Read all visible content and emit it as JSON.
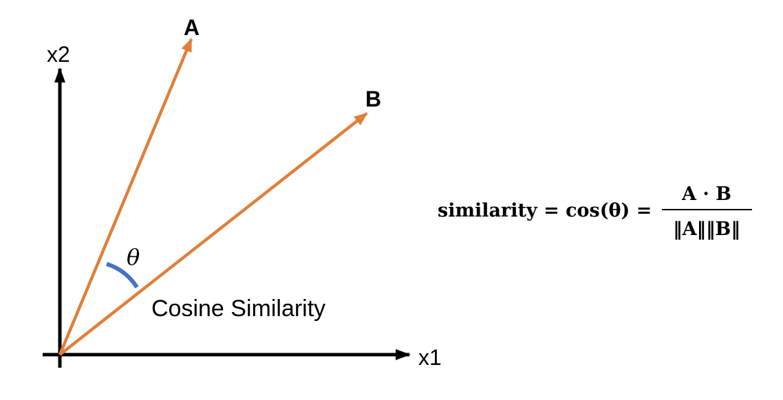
{
  "axes": {
    "x_label": "x1",
    "y_label": "x2"
  },
  "vectors": [
    {
      "label": "A"
    },
    {
      "label": "B"
    }
  ],
  "angle": {
    "symbol": "θ"
  },
  "caption": "Cosine Similarity",
  "formula": {
    "lhs": "similarity = cos(θ) =",
    "numerator": "A · B",
    "denominator": "‖A‖‖B‖"
  },
  "colors": {
    "axes": "#000000",
    "vectors": "#E07F3A",
    "angle_arc": "#4472C4"
  }
}
